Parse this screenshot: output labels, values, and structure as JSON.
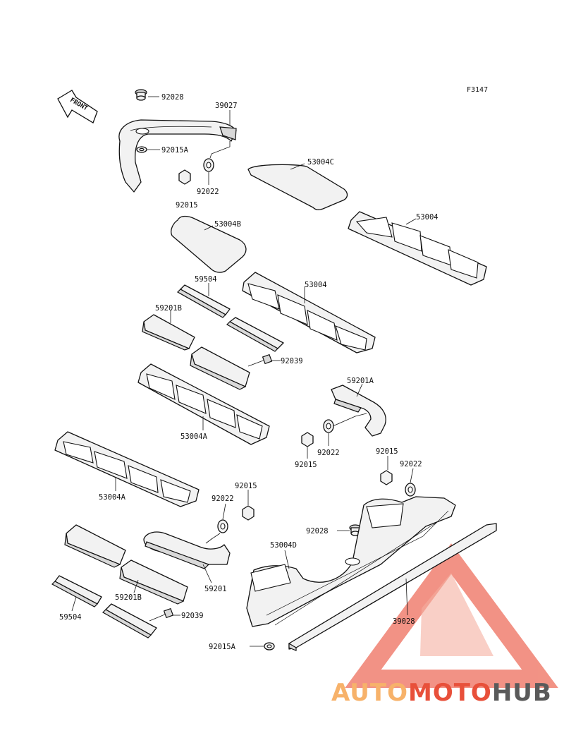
{
  "figure_code": "F3147",
  "front_arrow_label": "FRONT",
  "labels": {
    "p92028_top": "92028",
    "p39027": "39027",
    "p92015A_top": "92015A",
    "p53004C": "53004C",
    "p92022_top": "92022",
    "p92015_top": "92015",
    "p53004B": "53004B",
    "p53004_top": "53004",
    "p59504_top": "59504",
    "p53004_mid": "53004",
    "p59201B_top": "59201B",
    "p92039_top": "92039",
    "p59201A": "59201A",
    "p53004A_mid": "53004A",
    "p92022_mid": "92022",
    "p92015_mid": "92015",
    "p92015_right": "92015",
    "p92022_right": "92022",
    "p53004A_left": "53004A",
    "p92015_low": "92015",
    "p92022_low": "92022",
    "p92028_low": "92028",
    "p53004D": "53004D",
    "p59201": "59201",
    "p59201B_low": "59201B",
    "p59504_low": "59504",
    "p92039_low": "92039",
    "p39028": "39028",
    "p92015A_low": "92015A"
  },
  "watermark": {
    "text_part1": "AUTO",
    "text_part2": "MOTO",
    "text_part3": "HUB",
    "color_orange": "#f7b26a",
    "color_red": "#e8503a",
    "color_gray": "#5a5a5a"
  }
}
